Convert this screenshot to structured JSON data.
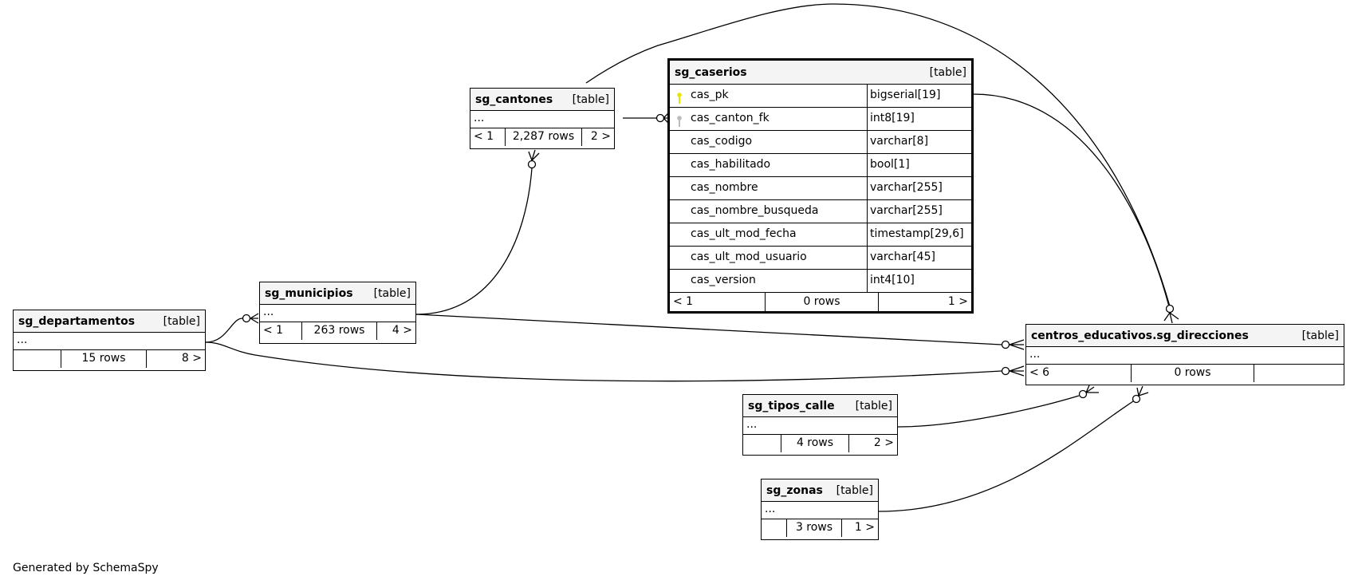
{
  "footer": "Generated by SchemaSpy",
  "table_tag": "[table]",
  "ellipsis": "...",
  "focus": {
    "name": "sg_caserios",
    "columns": [
      {
        "name": "cas_pk",
        "type": "bigserial[19]",
        "key": "primary"
      },
      {
        "name": "cas_canton_fk",
        "type": "int8[19]",
        "key": "foreign"
      },
      {
        "name": "cas_codigo",
        "type": "varchar[8]"
      },
      {
        "name": "cas_habilitado",
        "type": "bool[1]"
      },
      {
        "name": "cas_nombre",
        "type": "varchar[255]"
      },
      {
        "name": "cas_nombre_busqueda",
        "type": "varchar[255]"
      },
      {
        "name": "cas_ult_mod_fecha",
        "type": "timestamp[29,6]"
      },
      {
        "name": "cas_ult_mod_usuario",
        "type": "varchar[45]"
      },
      {
        "name": "cas_version",
        "type": "int4[10]"
      }
    ],
    "parents": "< 1",
    "rows": "0 rows",
    "children": "1 >"
  },
  "tables": {
    "cantones": {
      "name": "sg_cantones",
      "parents": "< 1",
      "rows": "2,287 rows",
      "children": "2 >"
    },
    "municipios": {
      "name": "sg_municipios",
      "parents": "< 1",
      "rows": "263 rows",
      "children": "4 >"
    },
    "departamentos": {
      "name": "sg_departamentos",
      "parents": "",
      "rows": "15 rows",
      "children": "8 >"
    },
    "direcciones": {
      "name": "centros_educativos.sg_direcciones",
      "parents": "< 6",
      "rows": "0 rows",
      "children": ""
    },
    "tipos_calle": {
      "name": "sg_tipos_calle",
      "parents": "",
      "rows": "4 rows",
      "children": "2 >"
    },
    "zonas": {
      "name": "sg_zonas",
      "parents": "",
      "rows": "3 rows",
      "children": "1 >"
    }
  },
  "colors": {
    "primary_key": "#e6e600",
    "foreign_key": "#bbbbbb",
    "header": "#f4f4f4"
  }
}
